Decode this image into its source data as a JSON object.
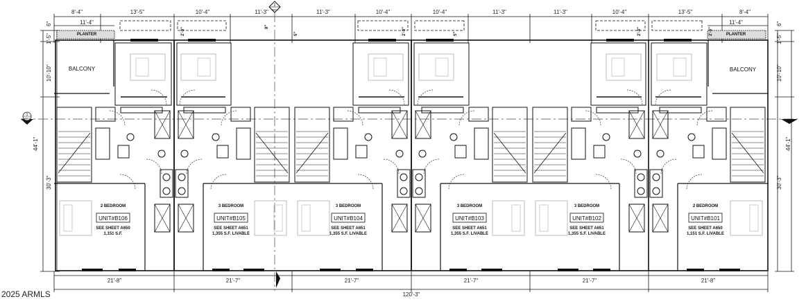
{
  "plan": {
    "top_dimensions": [
      "8'-4\"",
      "13'-5\"",
      "10'-4\"",
      "11'-3\"",
      "11'-3\"",
      "10'-4\"",
      "10'-4\"",
      "11'-3\"",
      "11'-3\"",
      "10'-4\"",
      "13'-5\"",
      "8'-4\""
    ],
    "planter_width": "11'-4\"",
    "planter_label": "PLANTER",
    "left_dimensions": {
      "planter": "1'-5\"",
      "offset": "6\"",
      "balcony": "10'-10\"",
      "overall": "44'-1\"",
      "lower": "30'-3\""
    },
    "right_dimensions": {
      "planter": "1'-5\"",
      "offset": "6\"",
      "balcony": "10'-10\"",
      "overall": "44'-1\"",
      "lower": "30'-3\""
    },
    "small_dims": [
      "2'-3\"",
      "8\"",
      "2'-3\"",
      "5\"",
      "5\"",
      "2'-3\"",
      "2'-3\""
    ],
    "balcony_label": "BALCONY",
    "section_markers": [
      {
        "number": "2",
        "sheet": "A601"
      },
      {
        "number": "1",
        "sheet": "A601"
      }
    ],
    "units": [
      {
        "type": "2 BEDROOM",
        "name": "UNIT#B106",
        "sheet": "SEE SHEET A650",
        "area": "1,151 S.F."
      },
      {
        "type": "3 BEDROOM",
        "name": "UNIT#B105",
        "sheet": "SEE SHEET A651",
        "area": "1,355 S.F. LIVABLE"
      },
      {
        "type": "3 BEDROOM",
        "name": "UNIT#B104",
        "sheet": "SEE SHEET A651",
        "area": "1,355 S.F. LIVABLE"
      },
      {
        "type": "3 BEDROOM",
        "name": "UNIT#B103",
        "sheet": "SEE SHEET A651",
        "area": "1,355 S.F. LIVABLE"
      },
      {
        "type": "3 BEDROOM",
        "name": "UNIT#B102",
        "sheet": "SEE SHEET A651",
        "area": "1,355 S.F. LIVABLE"
      },
      {
        "type": "2 BEDROOM",
        "name": "UNIT#B101",
        "sheet": "SEE SHEET A650",
        "area": "1,151 S.F. LIVABLE"
      }
    ],
    "bottom_dimensions": [
      "21'-8\"",
      "21'-7\"",
      "21'-7\"",
      "21'-7\"",
      "21'-7\"",
      "21'-8\""
    ],
    "overall_width": "120'-3\"",
    "copyright": "2025 ARMLS"
  }
}
